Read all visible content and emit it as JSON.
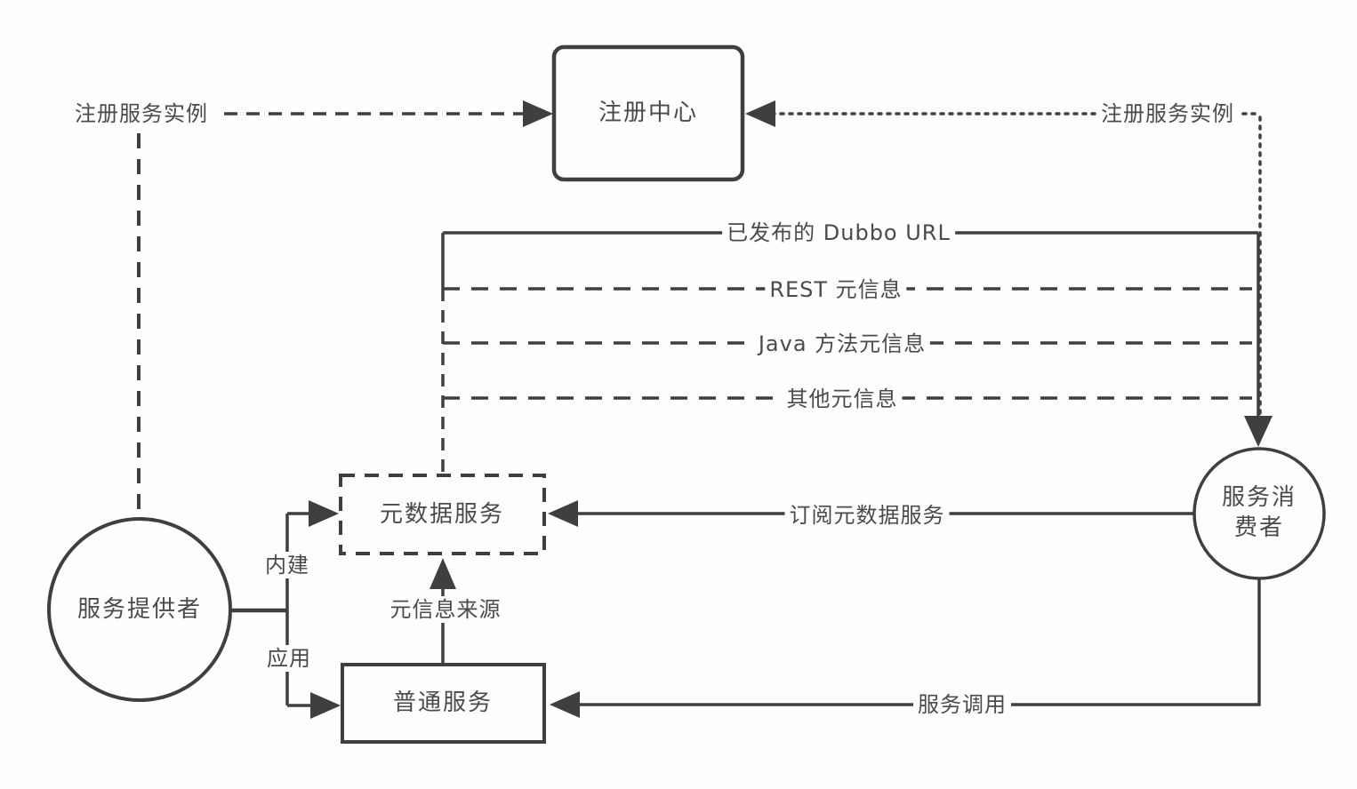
{
  "nodes": {
    "registry": {
      "label": "注册中心"
    },
    "provider": {
      "label": "服务提供者"
    },
    "consumer": {
      "label": "服务消费者"
    },
    "metadata_service": {
      "label": "元数据服务"
    },
    "normal_service": {
      "label": "普通服务"
    }
  },
  "edges": {
    "register_instance_left": "注册服务实例",
    "register_instance_right": "注册服务实例",
    "published_dubbo_url": "已发布的 Dubbo URL",
    "rest_metadata": "REST 元信息",
    "java_method_metadata": "Java 方法元信息",
    "other_metadata": "其他元信息",
    "built_in": "内建",
    "application": "应用",
    "metadata_source": "元信息来源",
    "subscribe_metadata_service": "订阅元数据服务",
    "service_invocation": "服务调用"
  },
  "colors": {
    "stroke": "#3f3f3f",
    "text": "#4a4a4a",
    "background": "#fefefe"
  }
}
